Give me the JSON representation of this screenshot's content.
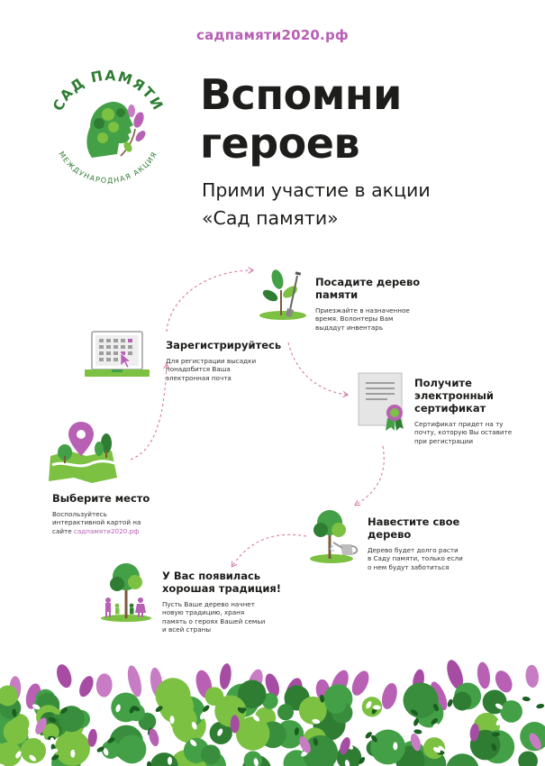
{
  "header": {
    "url": "садпамяти2020.рф",
    "title_line1": "Вспомни",
    "title_line2": "героев",
    "subtitle_line1": "Прими участие в акции",
    "subtitle_line2": "«Сад памяти»"
  },
  "logo": {
    "top_text": "САД ПАМЯТИ",
    "bottom_text": "МЕЖДУНАРОДНАЯ АКЦИЯ",
    "icon": "profile-tree-icon"
  },
  "steps": [
    {
      "title_lines": [
        "Посадите дерево",
        "памяти"
      ],
      "text_lines": [
        "Приезжайте в назначенное",
        "время. Волонтеры Вам",
        "выдадут инвентарь"
      ],
      "icon": "sapling-shovel-icon"
    },
    {
      "title_lines": [
        "Зарегистрируйтесь"
      ],
      "text_lines": [
        "Для регистрации высадки",
        "понадобится Ваша",
        "электронная почта"
      ],
      "icon": "laptop-calendar-icon"
    },
    {
      "title_lines": [
        "Получите",
        "электронный",
        "сертификат"
      ],
      "text_lines": [
        "Сертификат придет на ту",
        "почту, которую Вы оставите",
        "при регистрации"
      ],
      "icon": "certificate-icon"
    },
    {
      "title_lines": [
        "Выберите место"
      ],
      "text_lines": [
        "Воспользуйтесь",
        "интерактивной картой на"
      ],
      "text_prefix": "сайте ",
      "text_link": "садпамяти2020.рф",
      "icon": "map-pin-icon"
    },
    {
      "title_lines": [
        "Навестите свое",
        "дерево"
      ],
      "text_lines": [
        "Дерево будет долго расти",
        "в Саду памяти, только если",
        "о нем будут заботиться"
      ],
      "icon": "tree-watering-can-icon"
    },
    {
      "title_lines": [
        "У Вас появилась",
        "хорошая традиция!"
      ],
      "text_lines": [
        "Пусть Ваше дерево начнет",
        "новую традицию, храня",
        "память о героях Вашей семьи",
        "и всей страны"
      ],
      "icon": "family-tree-icon"
    }
  ],
  "colors": {
    "brand_green": "#43a047",
    "dark_green": "#2e7d32",
    "light_green": "#7cc142",
    "lilac": "#b760b4",
    "text": "#1d1d1b"
  },
  "decor": {
    "footer": "lilac-bushes"
  }
}
